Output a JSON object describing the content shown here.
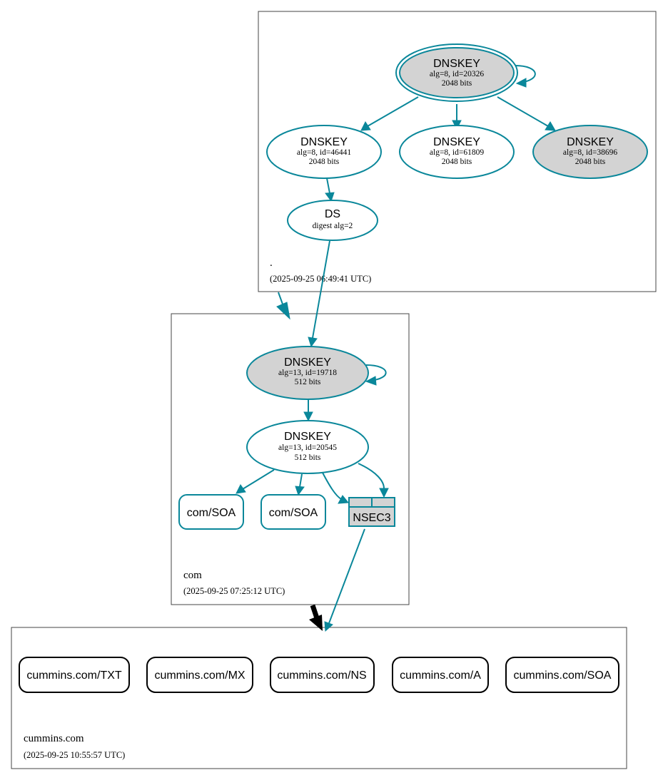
{
  "zones": {
    "root": {
      "name": ".",
      "time": "(2025-09-25 06:49:41 UTC)"
    },
    "com": {
      "name": "com",
      "time": "(2025-09-25 07:25:12 UTC)"
    },
    "cummins": {
      "name": "cummins.com",
      "time": "(2025-09-25 10:55:57 UTC)"
    }
  },
  "nodes": {
    "root_ksk": {
      "title": "DNSKEY",
      "line1": "alg=8, id=20326",
      "line2": "2048 bits"
    },
    "root_zsk1": {
      "title": "DNSKEY",
      "line1": "alg=8, id=46441",
      "line2": "2048 bits"
    },
    "root_zsk2": {
      "title": "DNSKEY",
      "line1": "alg=8, id=61809",
      "line2": "2048 bits"
    },
    "root_ksk2": {
      "title": "DNSKEY",
      "line1": "alg=8, id=38696",
      "line2": "2048 bits"
    },
    "root_ds": {
      "title": "DS",
      "line1": "digest alg=2"
    },
    "com_ksk": {
      "title": "DNSKEY",
      "line1": "alg=13, id=19718",
      "line2": "512 bits"
    },
    "com_zsk": {
      "title": "DNSKEY",
      "line1": "alg=13, id=20545",
      "line2": "512 bits"
    },
    "com_soa1": {
      "title": "com/SOA"
    },
    "com_soa2": {
      "title": "com/SOA"
    },
    "com_nsec3": {
      "title": "NSEC3"
    },
    "rr_txt": {
      "title": "cummins.com/TXT"
    },
    "rr_mx": {
      "title": "cummins.com/MX"
    },
    "rr_ns": {
      "title": "cummins.com/NS"
    },
    "rr_a": {
      "title": "cummins.com/A"
    },
    "rr_soa": {
      "title": "cummins.com/SOA"
    }
  },
  "colors": {
    "edge": "#0a879a",
    "secure_entry_fill": "#d3d3d3",
    "node_fill": "#ffffff",
    "delegation_arrow": "#0a879a",
    "insecure_delegation_arrow": "#000000"
  }
}
